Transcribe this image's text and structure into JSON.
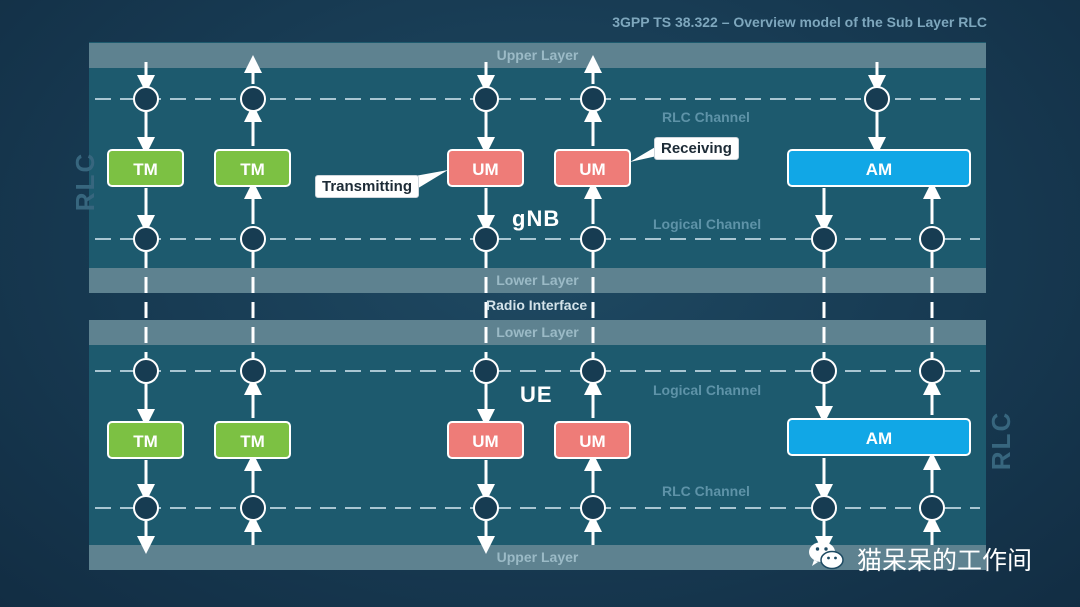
{
  "title": "3GPP TS 38.322 – Overview model of the Sub Layer RLC",
  "side_label_top": "RLC",
  "side_label_bottom": "RLC",
  "gnb": {
    "name": "gNB",
    "upper_layer": "Upper Layer",
    "rlc_channel": "RLC Channel",
    "logical_channel": "Logical Channel",
    "lower_layer": "Lower Layer",
    "entities": [
      {
        "label": "TM",
        "type": "tm"
      },
      {
        "label": "TM",
        "type": "tm"
      },
      {
        "label": "UM",
        "type": "um"
      },
      {
        "label": "UM",
        "type": "um"
      },
      {
        "label": "AM",
        "type": "am"
      }
    ],
    "callout_transmitting": "Transmitting",
    "callout_receiving": "Receiving"
  },
  "radio_interface": "Radio Interface",
  "ue": {
    "name": "UE",
    "lower_layer": "Lower Layer",
    "logical_channel": "Logical Channel",
    "rlc_channel": "RLC Channel",
    "upper_layer": "Upper Layer",
    "entities": [
      {
        "label": "TM",
        "type": "tm"
      },
      {
        "label": "TM",
        "type": "tm"
      },
      {
        "label": "UM",
        "type": "um"
      },
      {
        "label": "UM",
        "type": "um"
      },
      {
        "label": "AM",
        "type": "am"
      }
    ]
  },
  "watermark": {
    "icon": "wechat-icon",
    "text": "猫呆呆的工作间"
  },
  "colors": {
    "tm": "#7cc143",
    "um": "#ee7c78",
    "am": "#11a7e6",
    "node": "#173c52"
  }
}
